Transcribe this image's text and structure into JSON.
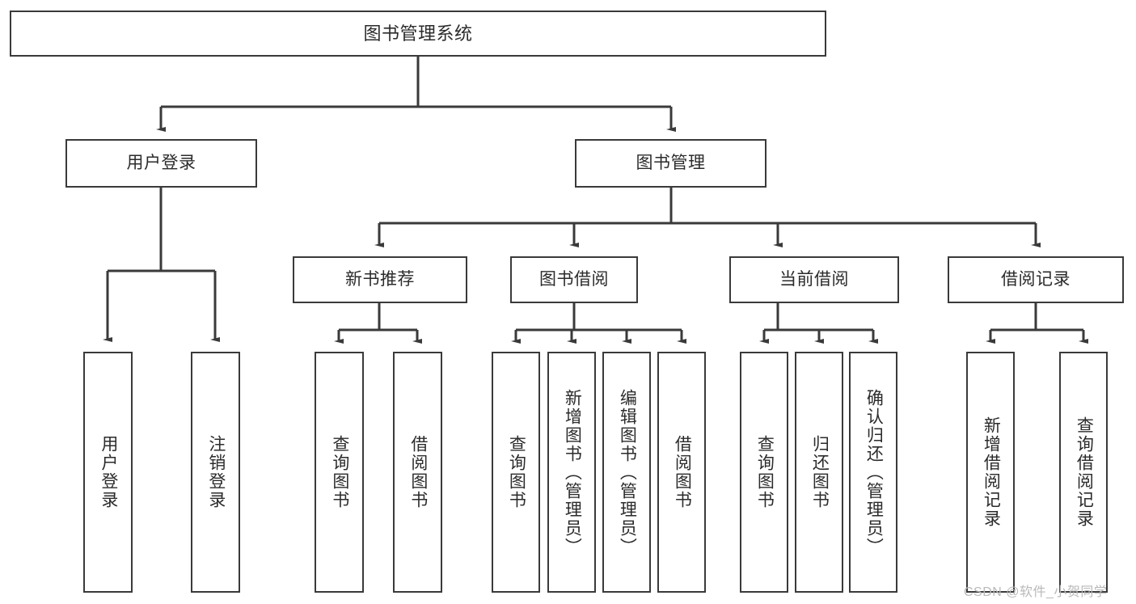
{
  "diagram": {
    "title": "图书管理系统",
    "type": "functional-structure-tree",
    "watermark": "CSDN @软件_小贺同学",
    "accent_color": "#3a3a3a",
    "background_color": "#ffffff",
    "root": {
      "id": "root",
      "label": "图书管理系统"
    },
    "level2": [
      {
        "id": "user-login",
        "label": "用户登录"
      },
      {
        "id": "book-manage",
        "label": "图书管理"
      }
    ],
    "level3": [
      {
        "id": "new-book-recommend",
        "label": "新书推荐",
        "parent": "book-manage"
      },
      {
        "id": "book-borrow",
        "label": "图书借阅",
        "parent": "book-manage"
      },
      {
        "id": "current-borrow",
        "label": "当前借阅",
        "parent": "book-manage"
      },
      {
        "id": "borrow-record",
        "label": "借阅记录",
        "parent": "book-manage"
      }
    ],
    "leaves": [
      {
        "id": "leaf-user-login",
        "label": "用户登录",
        "parent": "user-login"
      },
      {
        "id": "leaf-logout",
        "label": "注销登录",
        "parent": "user-login"
      },
      {
        "id": "leaf-query-book-1",
        "label": "查询图书",
        "parent": "new-book-recommend"
      },
      {
        "id": "leaf-borrow-book-1",
        "label": "借阅图书",
        "parent": "new-book-recommend"
      },
      {
        "id": "leaf-query-book-2",
        "label": "查询图书",
        "parent": "book-borrow"
      },
      {
        "id": "leaf-add-book",
        "label": "新增图书（管理员）",
        "parent": "book-borrow"
      },
      {
        "id": "leaf-edit-book",
        "label": "编辑图书（管理员）",
        "parent": "book-borrow"
      },
      {
        "id": "leaf-borrow-book-2",
        "label": "借阅图书",
        "parent": "book-borrow"
      },
      {
        "id": "leaf-query-book-3",
        "label": "查询图书",
        "parent": "current-borrow"
      },
      {
        "id": "leaf-return-book",
        "label": "归还图书",
        "parent": "current-borrow"
      },
      {
        "id": "leaf-confirm-return",
        "label": "确认归还（管理员）",
        "parent": "current-borrow"
      },
      {
        "id": "leaf-add-record",
        "label": "新增借阅记录",
        "parent": "borrow-record"
      },
      {
        "id": "leaf-query-record",
        "label": "查询借阅记录",
        "parent": "borrow-record"
      }
    ]
  }
}
